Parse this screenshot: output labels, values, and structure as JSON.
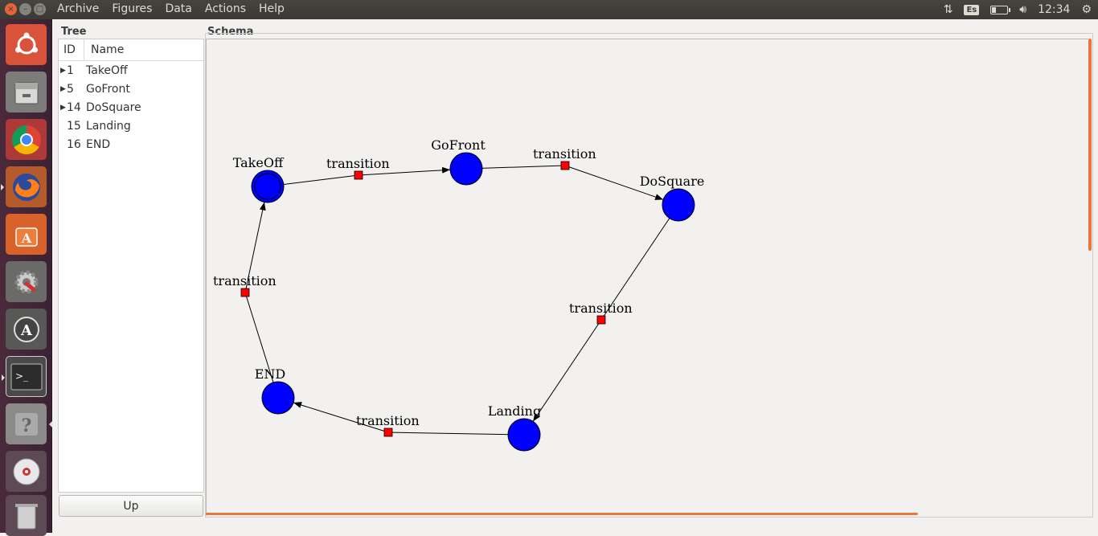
{
  "window": {
    "close_glyph": "×",
    "min_glyph": "–",
    "max_glyph": "□"
  },
  "menubar": {
    "items": [
      "Archive",
      "Figures",
      "Data",
      "Actions",
      "Help"
    ]
  },
  "indicators": {
    "keyboard": "Es",
    "clock": "12:34"
  },
  "tree": {
    "title": "Tree",
    "columns": [
      "ID",
      "Name"
    ],
    "rows": [
      {
        "id": "1",
        "name": "TakeOff",
        "expandable": true
      },
      {
        "id": "5",
        "name": "GoFront",
        "expandable": true
      },
      {
        "id": "14",
        "name": "DoSquare",
        "expandable": true
      },
      {
        "id": "15",
        "name": "Landing",
        "expandable": false
      },
      {
        "id": "16",
        "name": "END",
        "expandable": false
      }
    ],
    "up_button": "Up"
  },
  "schema": {
    "title": "Schema",
    "node_color": "#0000ff",
    "transition_color": "#ff0000",
    "nodes": [
      {
        "name": "TakeOff",
        "initial": true
      },
      {
        "name": "GoFront",
        "initial": false
      },
      {
        "name": "DoSquare",
        "initial": false
      },
      {
        "name": "Landing",
        "initial": false
      },
      {
        "name": "END",
        "initial": false
      }
    ],
    "transitions": [
      {
        "label": "transition",
        "from": "TakeOff",
        "to": "GoFront"
      },
      {
        "label": "transition",
        "from": "GoFront",
        "to": "DoSquare"
      },
      {
        "label": "transition",
        "from": "DoSquare",
        "to": "Landing"
      },
      {
        "label": "transition",
        "from": "Landing",
        "to": "END"
      },
      {
        "label": "transition",
        "from": "END",
        "to": "TakeOff"
      }
    ]
  }
}
